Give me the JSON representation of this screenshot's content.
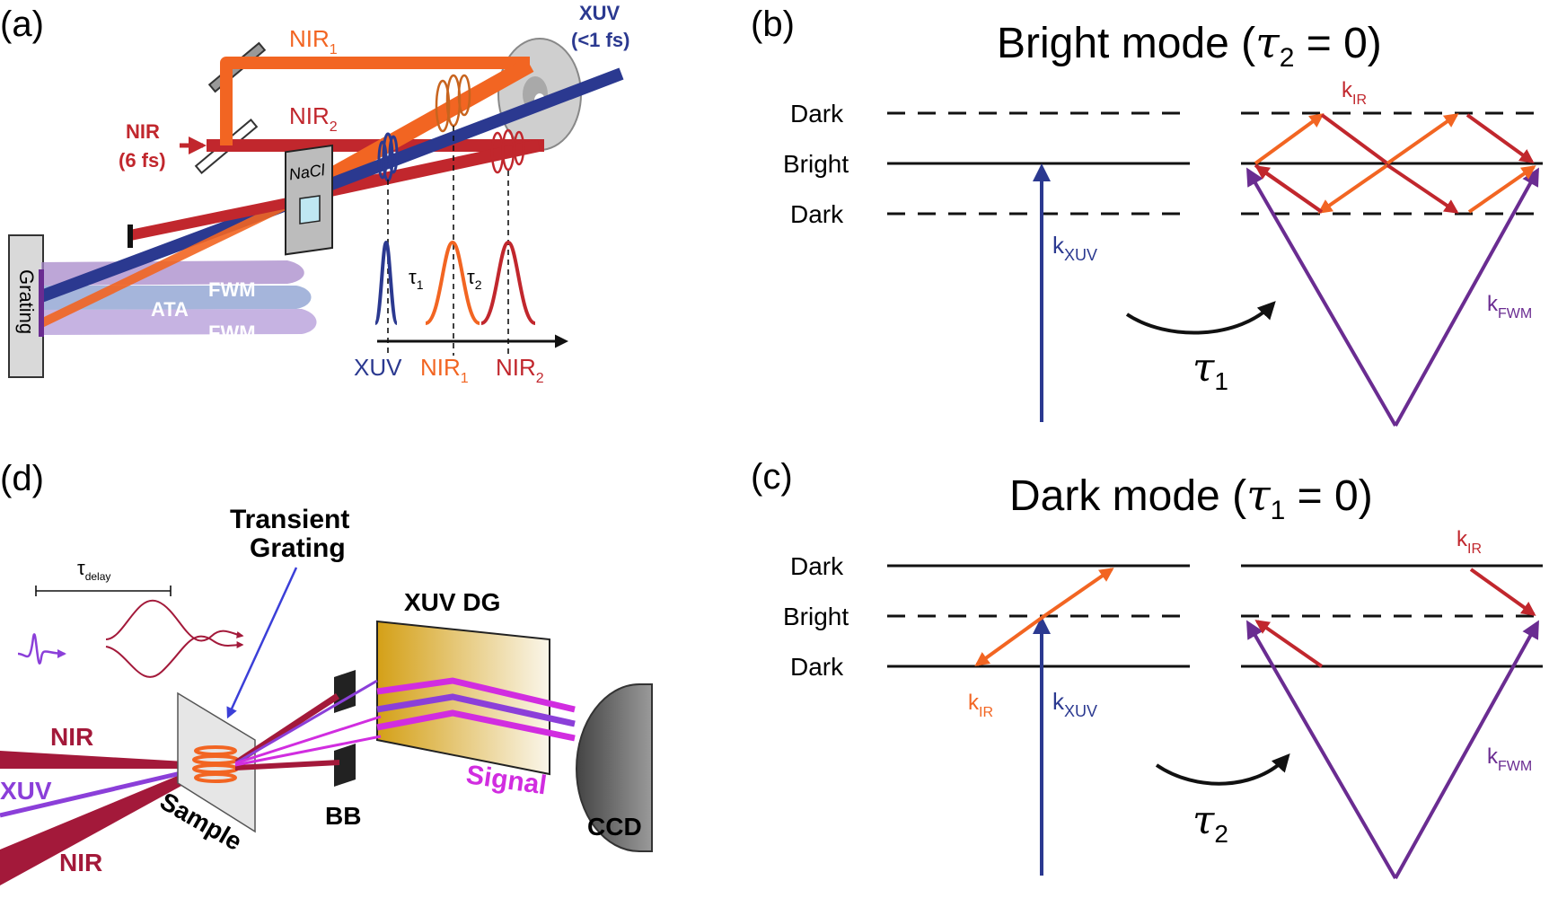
{
  "colors": {
    "xuv": "#2b3990",
    "nir1": "#f26522",
    "nir2": "#c1272d",
    "fwm": "#6a2c91",
    "nir_d": "#a3193a",
    "xuv_d": "#8b3fd9",
    "signal": "#d12de0",
    "arrow_d": "#3b3fd8",
    "black": "#111111"
  },
  "panel_a": {
    "label": "(a)",
    "xuv_title": "XUV",
    "xuv_sub": "(<1 fs)",
    "nir1_beam": "NIR",
    "nir1_sub": "1",
    "nir2_beam": "NIR",
    "nir2_sub": "2",
    "nir_in": "NIR",
    "nir_in_sub": "(6 fs)",
    "sample": "NaCl",
    "grating": "Grating",
    "fwm_top": "FWM",
    "ata": "ATA",
    "fwm_bottom": "FWM",
    "tau1": "τ",
    "tau1_sub": "1",
    "tau2": "τ",
    "tau2_sub": "2",
    "axis_xuv": "XUV",
    "axis_nir1": "NIR",
    "axis_nir1_sub": "1",
    "axis_nir2": "NIR",
    "axis_nir2_sub": "2"
  },
  "panel_b": {
    "label": "(b)",
    "title": "Bright mode (",
    "title_tau": "τ",
    "title_sub": "2",
    "title_end": " = 0)",
    "level_top": "Dark",
    "level_mid": "Bright",
    "level_bot": "Dark",
    "k_xuv": "k",
    "k_xuv_sub": "XUV",
    "k_ir": "k",
    "k_ir_sub": "IR",
    "k_fwm": "k",
    "k_fwm_sub": "FWM",
    "tau": "τ",
    "tau_sub": "1"
  },
  "panel_c": {
    "label": "(c)",
    "title": "Dark mode (",
    "title_tau": "τ",
    "title_sub": "1",
    "title_end": " = 0)",
    "level_top": "Dark",
    "level_mid": "Bright",
    "level_bot": "Dark",
    "k_ir_left": "k",
    "k_ir_left_sub": "IR",
    "k_xuv": "k",
    "k_xuv_sub": "XUV",
    "k_ir": "k",
    "k_ir_sub": "IR",
    "k_fwm": "k",
    "k_fwm_sub": "FWM",
    "tau": "τ",
    "tau_sub": "2"
  },
  "panel_d": {
    "label": "(d)",
    "tg_line1": "Transient",
    "tg_line2": "Grating",
    "tau_delay": "τ",
    "tau_delay_sub": "delay",
    "xuv_dg": "XUV DG",
    "nir_top": "NIR",
    "xuv": "XUV",
    "nir_bottom": "NIR",
    "sample": "Sample",
    "bb": "BB",
    "signal": "Signal",
    "ccd": "CCD"
  }
}
